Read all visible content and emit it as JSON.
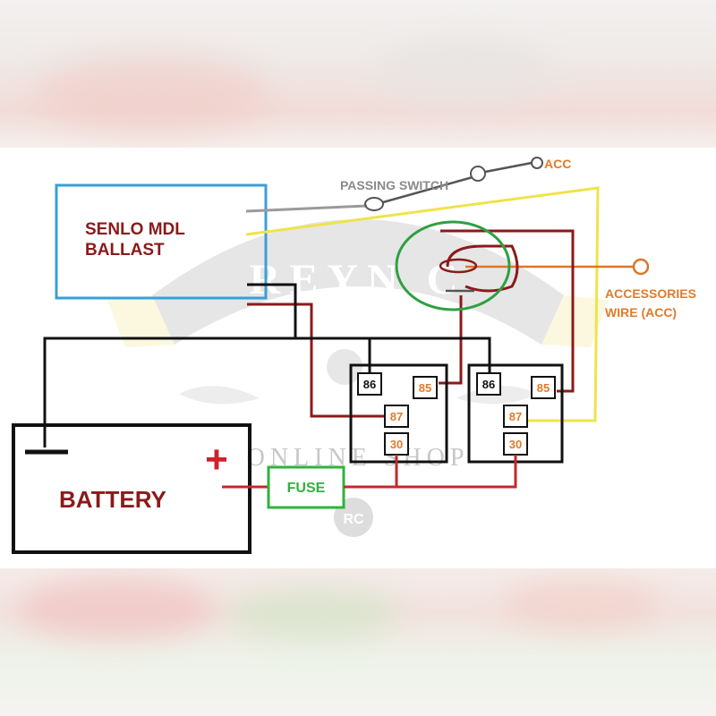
{
  "ballast": {
    "line1": "SENLO MDL",
    "line2": "BALLAST"
  },
  "passing_switch": "PASSING SWITCH",
  "acc": "ACC",
  "accessories": {
    "line1": "ACCESSORIES",
    "line2": "WIRE (ACC)"
  },
  "battery": {
    "label": "BATTERY",
    "plus": "+"
  },
  "fuse": "FUSE",
  "relay_left": {
    "pin86": "86",
    "pin85": "85",
    "pin87": "87",
    "pin30": "30"
  },
  "relay_right": {
    "pin86": "86",
    "pin85": "85",
    "pin87": "87",
    "pin30": "30"
  },
  "watermark": {
    "brand": "REYN C",
    "shop": "ONLINE SHOP",
    "badge": "RC"
  },
  "colors": {
    "label_dark_red": "#8b1a1a",
    "pin_orange": "#e07b2a",
    "wire_black": "#111111",
    "wire_red": "#c62828",
    "wire_dark_red": "#8b1a1a",
    "wire_yellow": "#efe34a",
    "wire_orange": "#d9772a",
    "wire_gray": "#9a9a9a",
    "ballast_border": "#3a9fd6",
    "fuse_green": "#2fb33a",
    "circle_green": "#2ea043"
  }
}
